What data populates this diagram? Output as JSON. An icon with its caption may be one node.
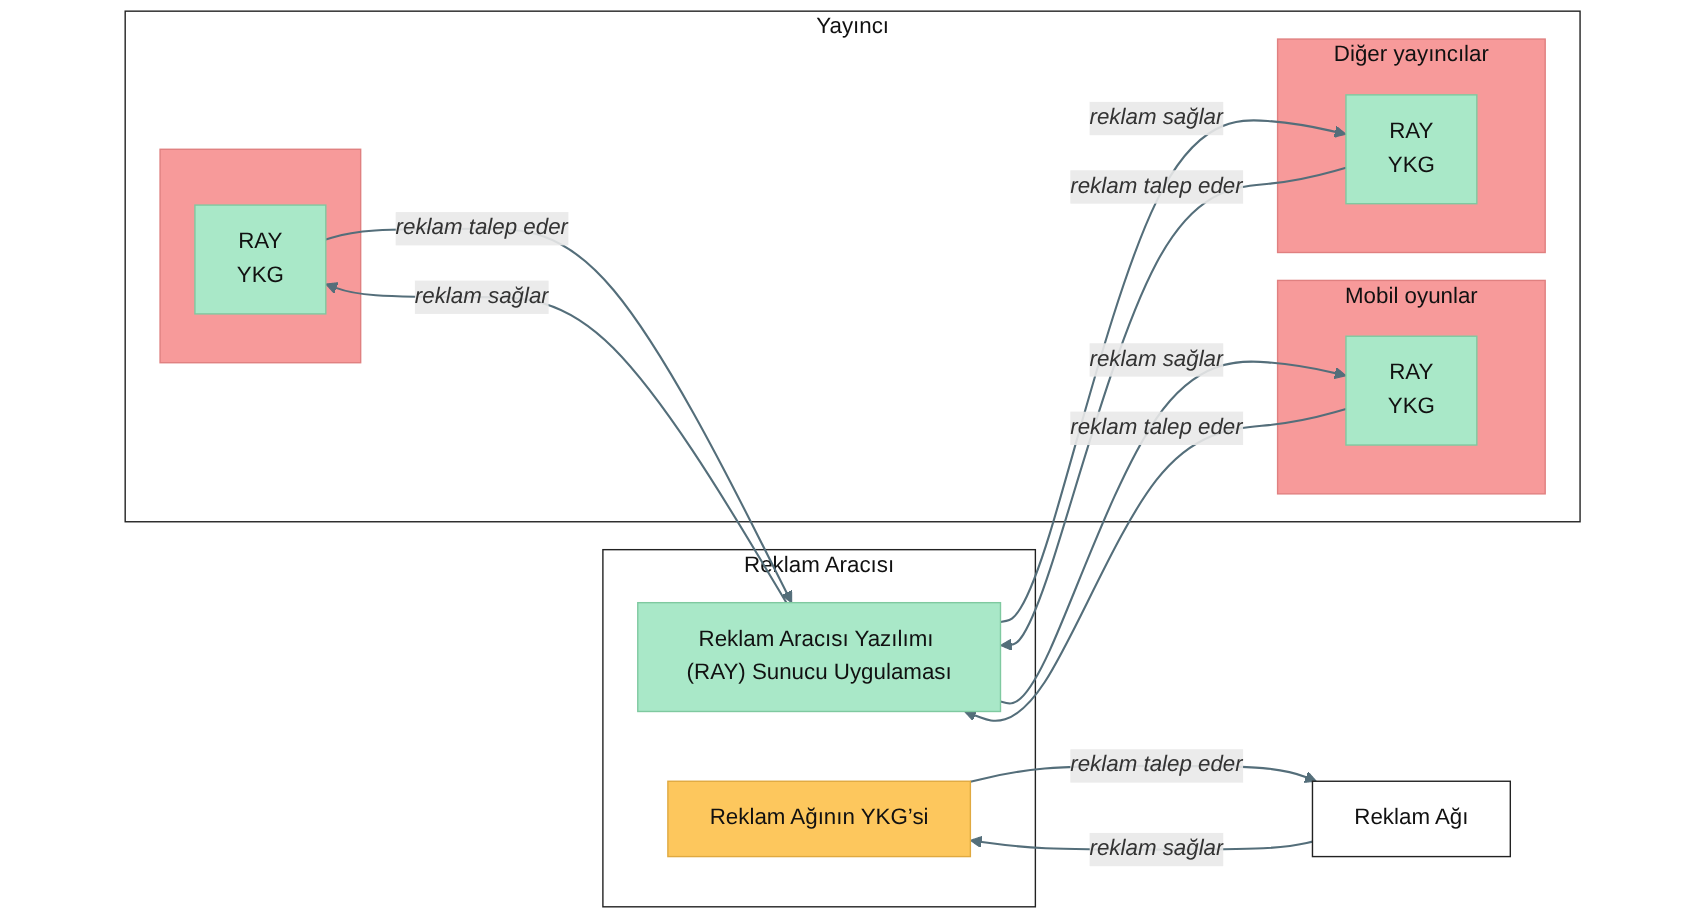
{
  "diagram": {
    "nodes": [
      {
        "text": [
          "Yayıncı"
        ]
      },
      {
        "text": [],
        "shape": "box",
        "in": 0
      },
      {
        "text": [
          "RAY",
          "YKG"
        ],
        "in": 1
      },
      {
        "text": [
          "Mobil oyunlar"
        ],
        "in": 0
      },
      {
        "text": [
          "RAY",
          "YKG"
        ],
        "in": 3
      },
      {
        "text": [
          "Diğer yayıncılar"
        ],
        "in": 0
      },
      {
        "text": [
          "RAY",
          "YKG"
        ],
        "in": 5
      },
      {
        "text": [
          "Reklam Aracısı"
        ]
      },
      {
        "text": [
          "Reklam Aracısı Yazılımı (RAY) Sunucu Uygulaması"
        ],
        "in": 7
      },
      {
        "text": [
          "Reklam Ağının YKG’si"
        ],
        "in": 7
      },
      {
        "text": [
          "Reklam Ağı"
        ]
      }
    ],
    "edges": [
      {
        "from": 2,
        "to": 8,
        "arrow": "to",
        "label": "reklam talep eder"
      },
      {
        "from": 8,
        "to": 2,
        "arrow": "to",
        "label": "reklam sağlar"
      },
      {
        "from": 4,
        "to": 8,
        "arrow": "to",
        "label": "reklam talep eder"
      },
      {
        "from": 8,
        "to": 4,
        "arrow": "to",
        "label": "reklam sağlar"
      },
      {
        "from": 6,
        "to": 8,
        "arrow": "to",
        "label": "reklam talep eder"
      },
      {
        "from": 8,
        "to": 6,
        "arrow": "to",
        "label": "reklam sağlar"
      },
      {
        "from": 9,
        "to": 10,
        "arrow": "to",
        "label": "reklam talep eder"
      },
      {
        "from": 10,
        "to": 9,
        "arrow": "to",
        "label": "reklam sağlar"
      }
    ]
  }
}
